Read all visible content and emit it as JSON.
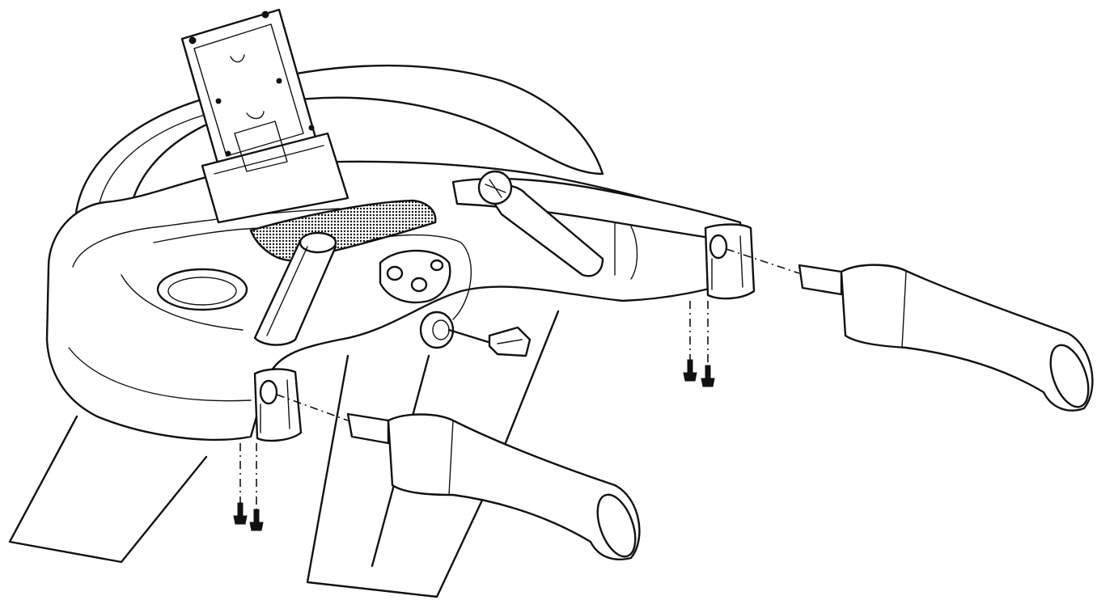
{
  "figure": {
    "kind": "exploded assembly line drawing",
    "parts": [
      {
        "id": "console-frame",
        "icon": "console-frame-icon"
      },
      {
        "id": "display-mount-bracket",
        "icon": "mount-bracket-icon"
      },
      {
        "id": "speaker-grille",
        "icon": "speaker-grille-icon"
      },
      {
        "id": "cup-holder",
        "icon": "cup-holder-icon"
      },
      {
        "id": "left-handlebar-grip",
        "icon": "handlebar-grip-icon"
      },
      {
        "id": "right-handlebar-grip",
        "icon": "handlebar-grip-icon"
      },
      {
        "id": "left-screws",
        "icon": "screw-icon",
        "count": 2
      },
      {
        "id": "right-screws",
        "icon": "screw-icon",
        "count": 2
      },
      {
        "id": "safety-key",
        "icon": "safety-key-icon"
      }
    ],
    "line_color": "#111111",
    "background_color": "#ffffff"
  }
}
